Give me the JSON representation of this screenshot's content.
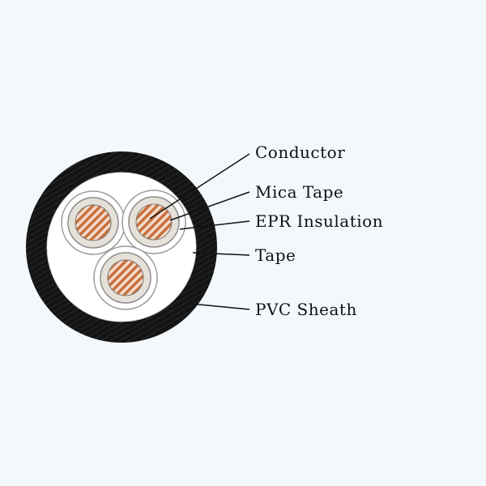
{
  "diagram": {
    "labels": {
      "conductor": "Conductor",
      "mica_tape": "Mica Tape",
      "epr_insulation": "EPR Insulation",
      "tape": "Tape",
      "pvc_sheath": "PVC Sheath"
    },
    "colors": {
      "background": "#f3f8fc",
      "sheath": "#141414",
      "filler": "#ffffff",
      "insulation": "#f2efe9",
      "mica": "#d8d2c8",
      "copper": "#c8703c",
      "leader_line": "#111111"
    }
  }
}
